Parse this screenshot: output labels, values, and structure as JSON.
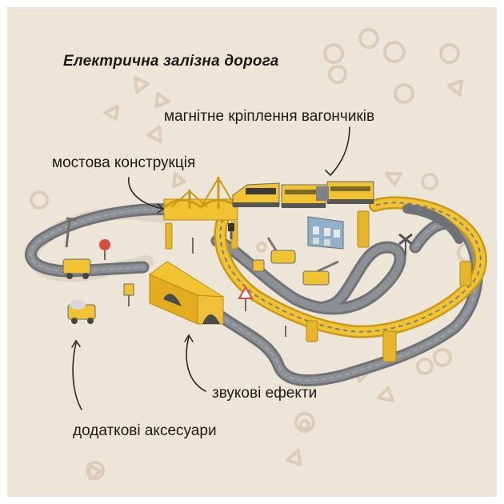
{
  "title": "Електрична залізна дорога",
  "labels": {
    "magnetic": "магнітне кріплення вагончиків",
    "bridge": "мостова конструкція",
    "sound": "звукові ефекти",
    "accessories": "додаткові аксесуари"
  },
  "colors": {
    "background": "#ede5d8",
    "track": "#7d7f82",
    "accent_yellow": "#f1c232",
    "decor": "#d9cbb8"
  }
}
